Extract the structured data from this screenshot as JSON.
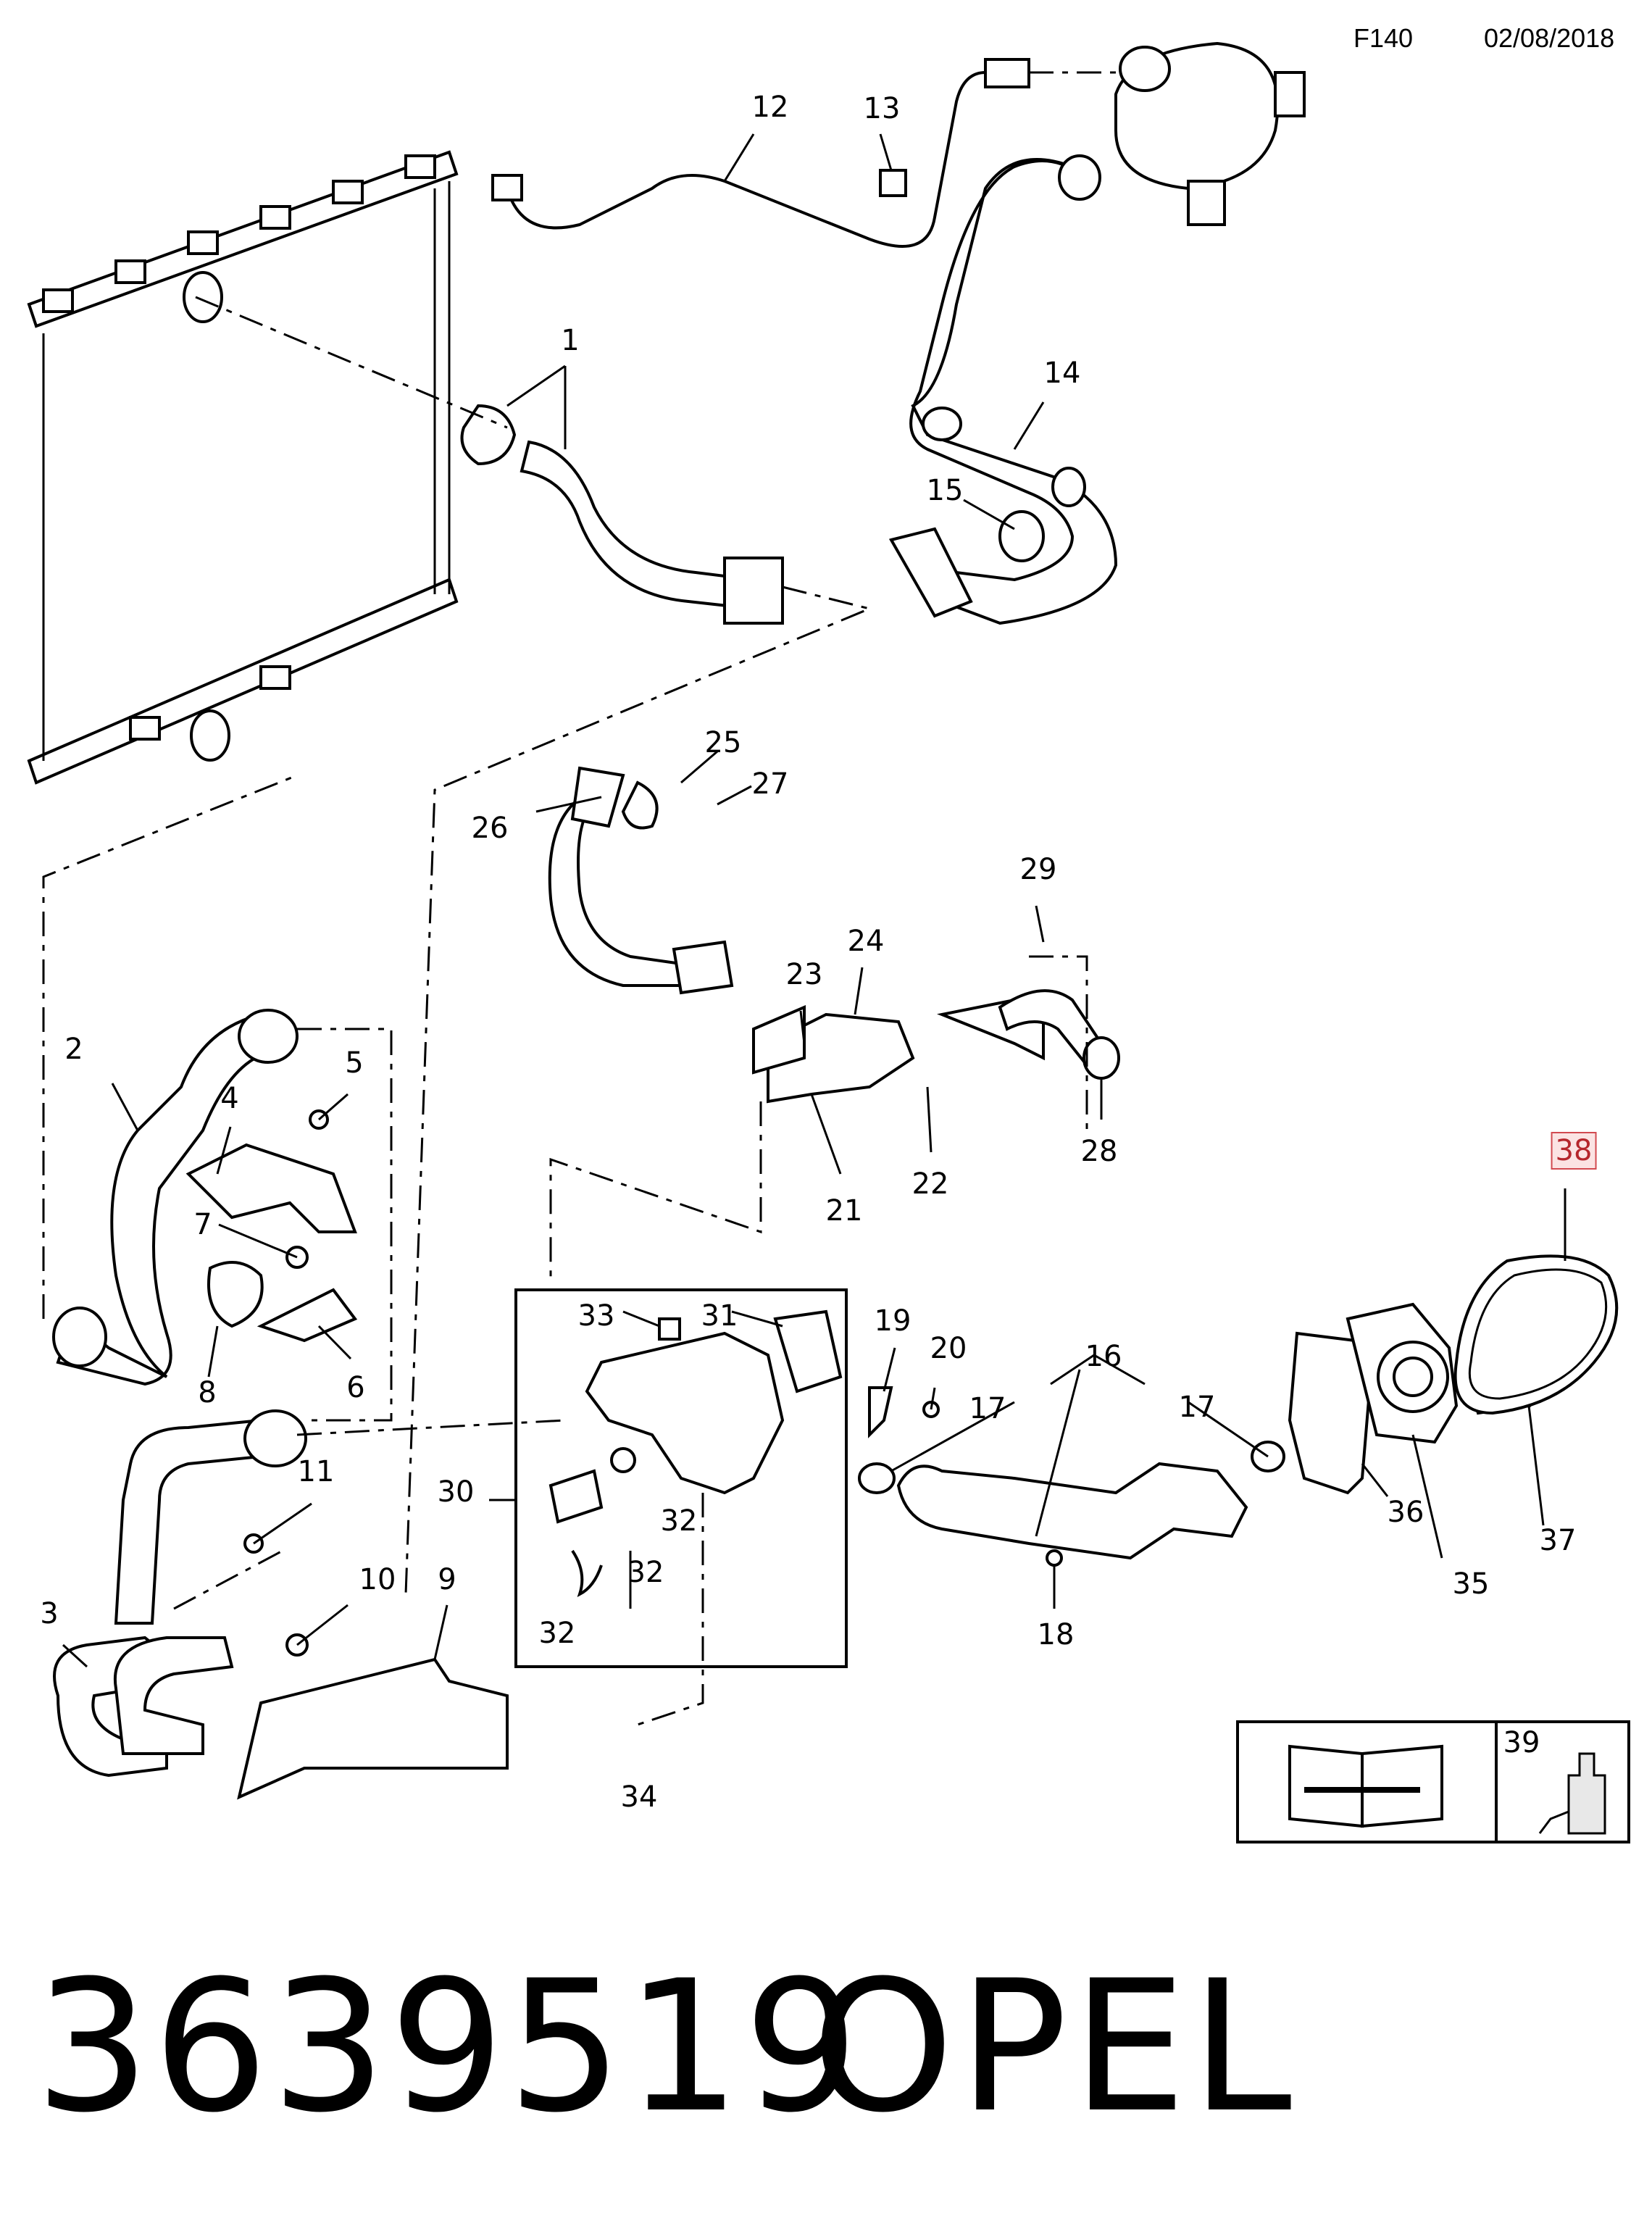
{
  "header": {
    "figure_code": "F140",
    "date": "02/08/2018"
  },
  "callouts": [
    {
      "id": "1",
      "label": "1"
    },
    {
      "id": "2",
      "label": "2"
    },
    {
      "id": "3",
      "label": "3"
    },
    {
      "id": "4",
      "label": "4"
    },
    {
      "id": "5",
      "label": "5"
    },
    {
      "id": "6",
      "label": "6"
    },
    {
      "id": "7",
      "label": "7"
    },
    {
      "id": "8",
      "label": "8"
    },
    {
      "id": "9",
      "label": "9"
    },
    {
      "id": "10",
      "label": "10"
    },
    {
      "id": "11",
      "label": "11"
    },
    {
      "id": "12",
      "label": "12"
    },
    {
      "id": "13",
      "label": "13"
    },
    {
      "id": "14",
      "label": "14"
    },
    {
      "id": "15",
      "label": "15"
    },
    {
      "id": "16",
      "label": "16"
    },
    {
      "id": "17a",
      "label": "17"
    },
    {
      "id": "17b",
      "label": "17"
    },
    {
      "id": "18",
      "label": "18"
    },
    {
      "id": "19",
      "label": "19"
    },
    {
      "id": "20",
      "label": "20"
    },
    {
      "id": "21",
      "label": "21"
    },
    {
      "id": "22",
      "label": "22"
    },
    {
      "id": "23",
      "label": "23"
    },
    {
      "id": "24",
      "label": "24"
    },
    {
      "id": "25",
      "label": "25"
    },
    {
      "id": "26",
      "label": "26"
    },
    {
      "id": "27",
      "label": "27"
    },
    {
      "id": "28",
      "label": "28"
    },
    {
      "id": "29",
      "label": "29"
    },
    {
      "id": "30",
      "label": "30"
    },
    {
      "id": "31",
      "label": "31"
    },
    {
      "id": "32a",
      "label": "32"
    },
    {
      "id": "32b",
      "label": "32"
    },
    {
      "id": "32c",
      "label": "32"
    },
    {
      "id": "33",
      "label": "33"
    },
    {
      "id": "34",
      "label": "34"
    },
    {
      "id": "35",
      "label": "35"
    },
    {
      "id": "36",
      "label": "36"
    },
    {
      "id": "37",
      "label": "37"
    },
    {
      "id": "38",
      "label": "38",
      "highlighted": true
    },
    {
      "id": "39",
      "label": "39"
    }
  ],
  "footer": {
    "part_number": "3639519",
    "make": "OPEL"
  },
  "icons": {
    "manual": "manual-wrench-icon",
    "sealant": "sealant-tube-icon"
  }
}
